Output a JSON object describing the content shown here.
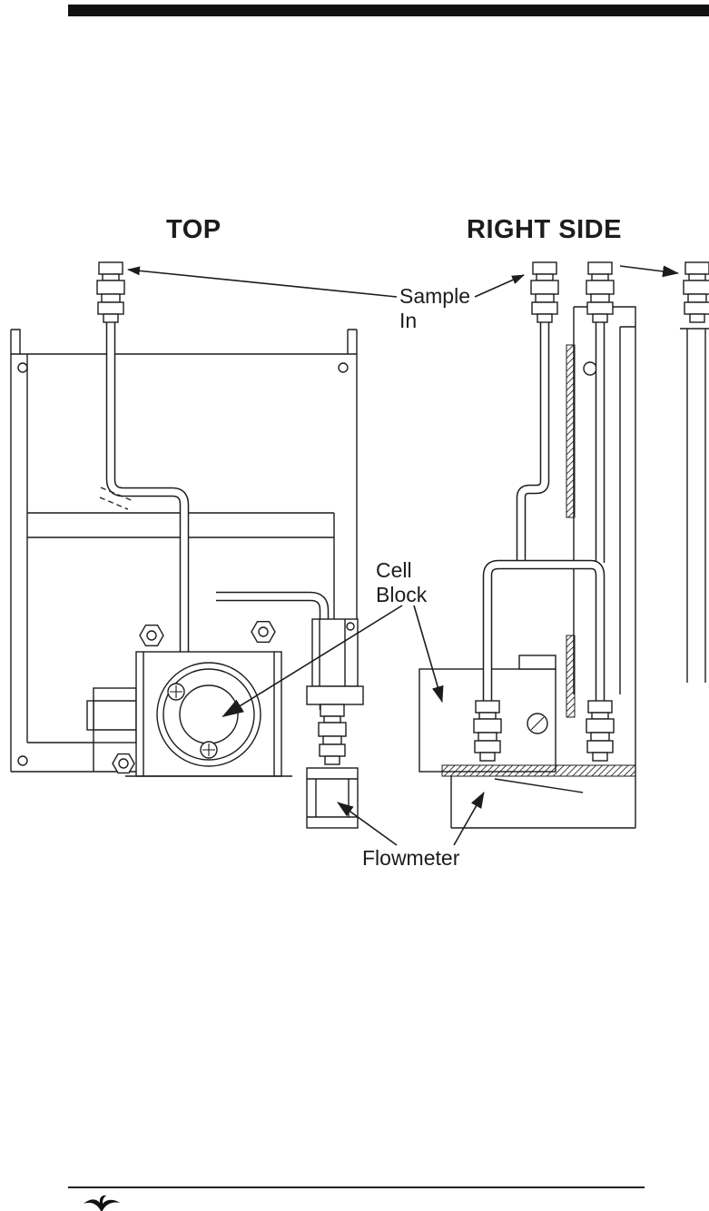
{
  "page": {
    "background_color": "#ffffff",
    "line_color": "#1c1c1c",
    "header_bar_color": "#111111"
  },
  "figure": {
    "view_labels": {
      "top": "TOP",
      "right_side": "RIGHT SIDE"
    },
    "callouts": {
      "sample_in_line1": "Sample",
      "sample_in_line2": "In",
      "cell_block_line1": "Cell",
      "cell_block_line2": "Block",
      "flowmeter": "Flowmeter"
    },
    "icons": {
      "footer_logo": "publisher-leaf-logo"
    }
  }
}
